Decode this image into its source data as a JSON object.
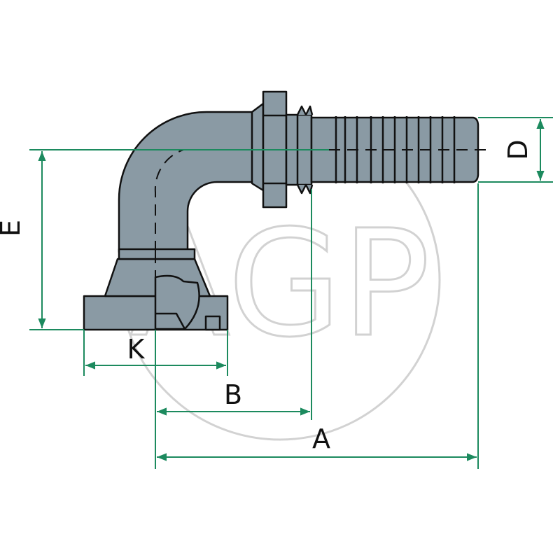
{
  "watermark": {
    "text": "AGP"
  },
  "dimensions": {
    "a": "A",
    "b": "B",
    "d": "D",
    "e": "E",
    "k": "K"
  },
  "colors": {
    "body": "#8a9aa4",
    "outline": "#111111",
    "dimension": "#1c8a5e",
    "watermark": "#d2d2d2",
    "background": "#ffffff"
  }
}
